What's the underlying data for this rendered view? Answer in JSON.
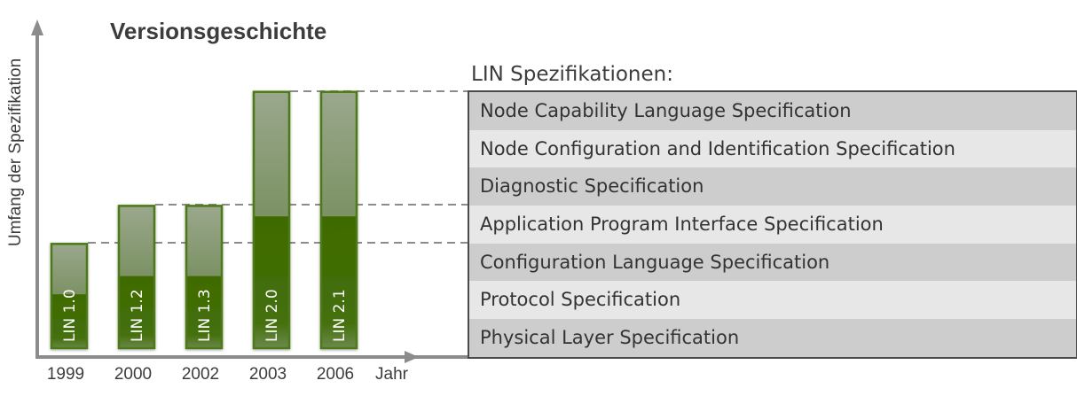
{
  "chart_data": {
    "type": "bar",
    "title": "Versionsgeschichte",
    "xlabel": "Jahr",
    "ylabel": "Umfang der Spezifikation",
    "categories": [
      "1999",
      "2000",
      "2002",
      "2003",
      "2006"
    ],
    "bar_labels": [
      "LIN 1.0",
      "LIN 1.2",
      "LIN 1.3",
      "LIN 2.0",
      "LIN 2.1"
    ],
    "values": [
      3,
      4,
      4,
      7,
      7
    ],
    "value_unit": "number of specifications",
    "ylim": [
      0,
      7
    ],
    "grid": false,
    "reference_lines": [
      3,
      4,
      7
    ],
    "colors": {
      "bar_top": "#9aa88d",
      "bar_mid": "#5b7a38",
      "bar_dark": "#3d6b00",
      "bar_border": "#4d7a14",
      "axis": "#8c8c8c",
      "dash": "#8c8c8c"
    }
  },
  "spec_table": {
    "title": "LIN Spezifikationen:",
    "rows": [
      "Node Capability Language Specification",
      "Node Configuration and Identification Specification",
      "Diagnostic Specification",
      "Application Program Interface Specification",
      "Configuration Language Specification",
      "Protocol Specification",
      "Physical Layer Specification"
    ]
  }
}
